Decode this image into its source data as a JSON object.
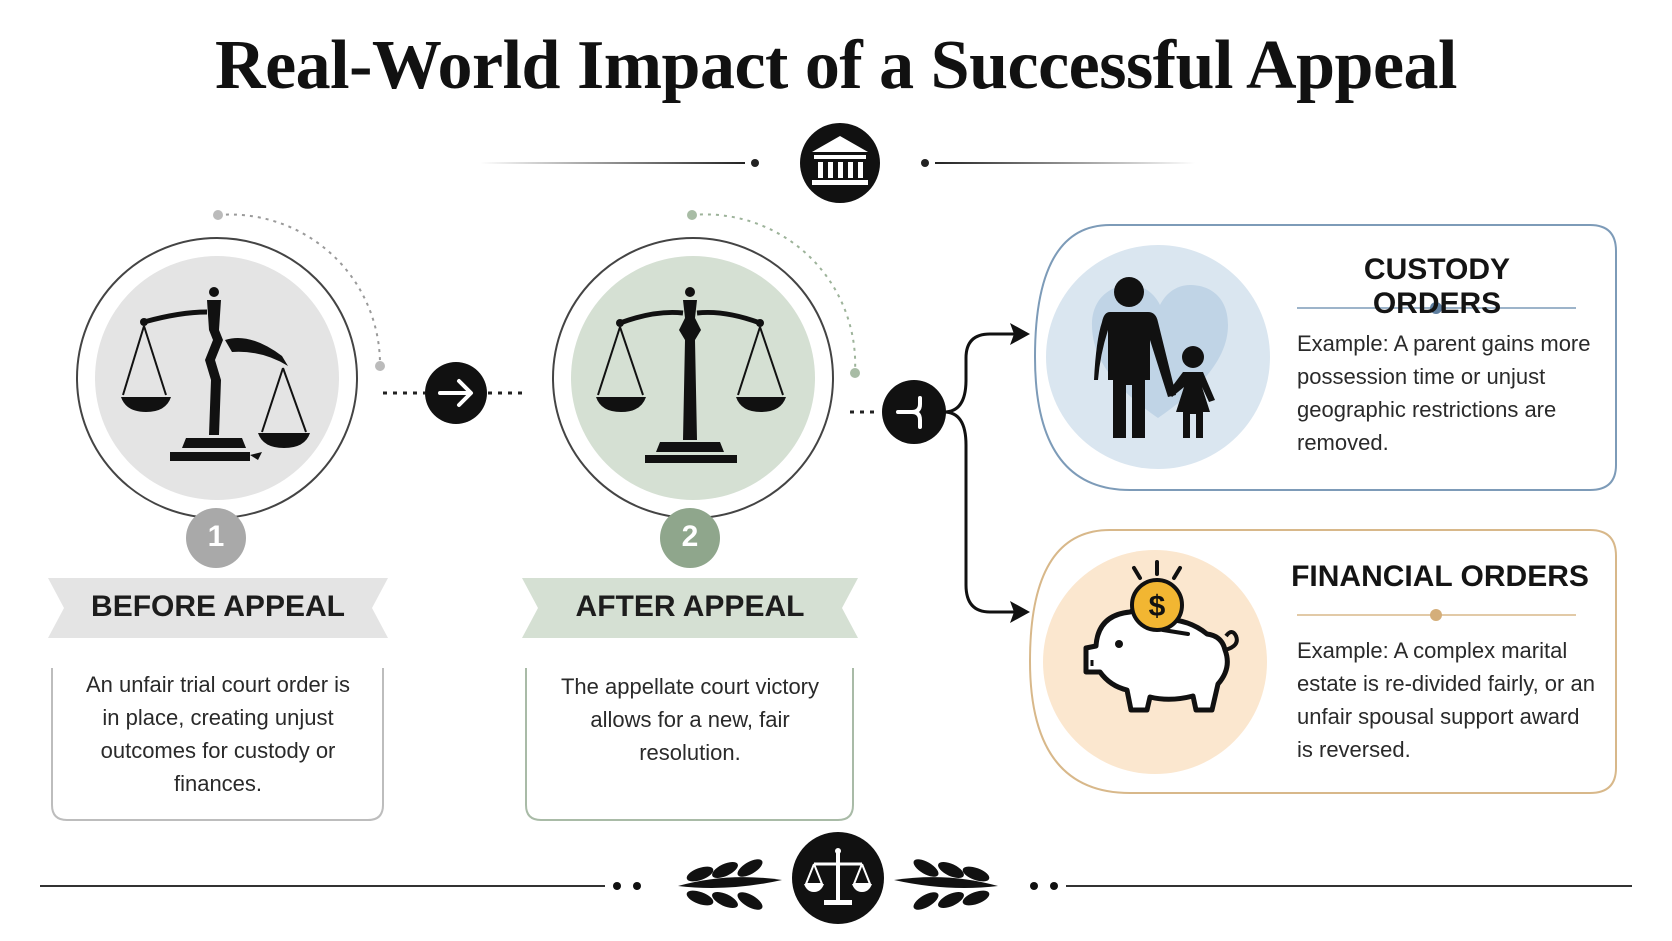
{
  "title": "Real-World Impact of a Successful Appeal",
  "steps": [
    {
      "number": "1",
      "label": "BEFORE APPEAL",
      "description": "An unfair trial court order is in place, creating unjust outcomes for custody or finances."
    },
    {
      "number": "2",
      "label": "AFTER APPEAL",
      "description": "The appellate court victory allows for a new, fair resolution."
    }
  ],
  "outcomes": [
    {
      "title": "CUSTODY ORDERS",
      "text": "Example: A parent gains more possession time or unjust geographic restrictions are removed.",
      "icon": "parent-child-icon"
    },
    {
      "title": "FINANCIAL ORDERS",
      "text": "Example: A complex marital estate is re-divided fairly, or an unfair spousal support award is reversed.",
      "icon": "piggy-bank-icon",
      "coin_symbol": "$"
    }
  ],
  "colors": {
    "before": "#a9a9a9",
    "before_bg": "#e4e4e4",
    "after": "#8fa68c",
    "after_bg": "#d5e0d3",
    "custody_border": "#7d9bb8",
    "custody_bg": "#dae6f0",
    "financial_border": "#d8b88a",
    "financial_bg": "#fbe7cf",
    "coin": "#f2b632"
  }
}
